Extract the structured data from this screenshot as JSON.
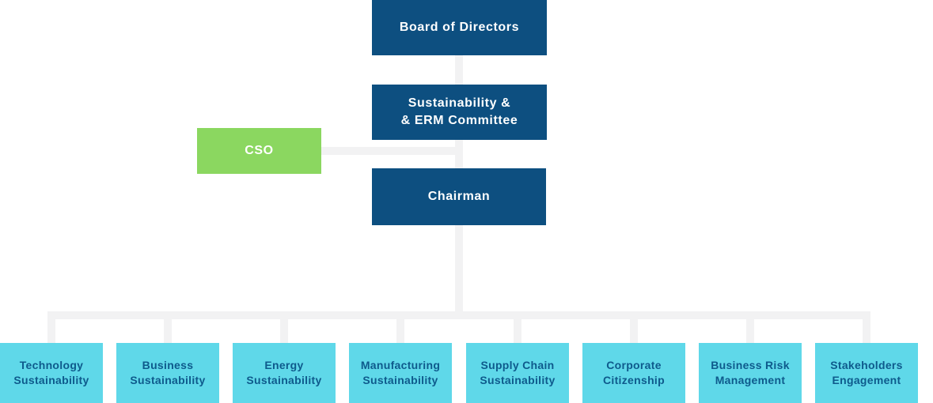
{
  "colors": {
    "dark_blue": "#0d4f80",
    "green": "#8bd760",
    "light_blue": "#5fd8e9",
    "connector": "#f2f2f3",
    "text_on_dark": "#ffffff",
    "text_on_light": "#0e5a8c"
  },
  "org_chart": {
    "board": {
      "label": "Board of Directors"
    },
    "committee": {
      "line1": "Sustainability &",
      "line2": "& ERM Committee"
    },
    "cso": {
      "label": "CSO"
    },
    "chairman": {
      "label": "Chairman"
    },
    "departments": [
      {
        "line1": "Technology",
        "line2": "Sustainability"
      },
      {
        "line1": "Business",
        "line2": "Sustainability"
      },
      {
        "line1": "Energy",
        "line2": "Sustainability"
      },
      {
        "line1": "Manufacturing",
        "line2": "Sustainability"
      },
      {
        "line1": "Supply Chain",
        "line2": "Sustainability"
      },
      {
        "line1": "Corporate",
        "line2": "Citizenship"
      },
      {
        "line1": "Business Risk",
        "line2": "Management"
      },
      {
        "line1": "Stakeholders",
        "line2": "Engagement"
      }
    ]
  }
}
